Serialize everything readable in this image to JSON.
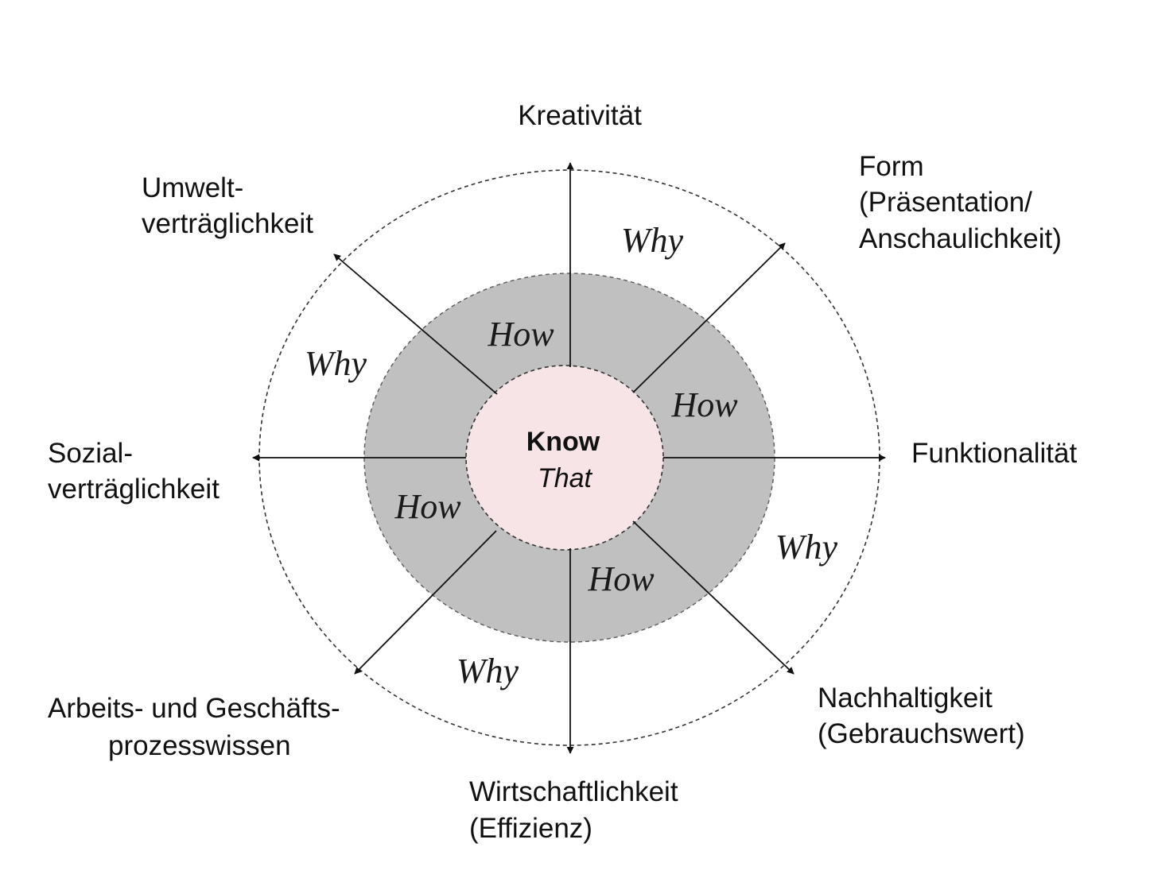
{
  "colors": {
    "ring_fill": "#c0c0c0",
    "core_fill": "#f6e4e6",
    "line": "#111111"
  },
  "core": {
    "title": "Know",
    "subtitle": "That"
  },
  "ring_labels": {
    "how": "How",
    "why": "Why"
  },
  "axes": {
    "top": [
      "Kreativität"
    ],
    "top_right": [
      "Form",
      "(Präsentation/",
      "Anschaulichkeit)"
    ],
    "right": [
      "Funktionalität"
    ],
    "bottom_right": [
      "Nachhaltigkeit",
      "(Gebrauchswert)"
    ],
    "bottom": [
      "Wirtschaftlichkeit",
      "(Effizienz)"
    ],
    "bottom_left": [
      "Arbeits- und Geschäfts-",
      "prozesswissen"
    ],
    "left": [
      "Sozial-",
      "verträglichkeit"
    ],
    "top_left": [
      "Umwelt-",
      "verträglichkeit"
    ]
  }
}
